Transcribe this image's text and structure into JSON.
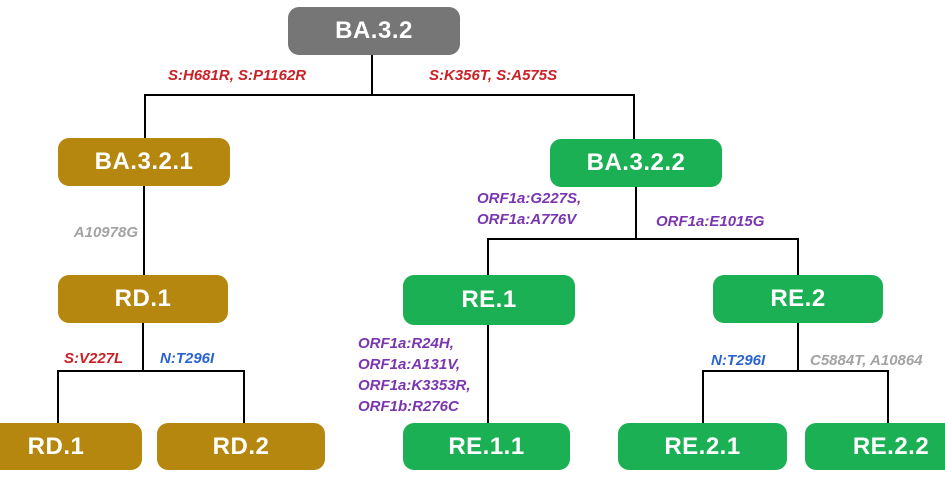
{
  "diagram": {
    "type": "phylogenetic-lineage-tree",
    "subject": "SARS-CoV-2 BA.3.2 sublineages"
  },
  "nodes": {
    "ba_3_2": "BA.3.2",
    "ba_3_2_1": "BA.3.2.1",
    "ba_3_2_2": "BA.3.2.2",
    "rd_1": "RD.1",
    "rd_1_child": "RD.1",
    "rd_2": "RD.2",
    "re_1": "RE.1",
    "re_1_1": "RE.1.1",
    "re_2": "RE.2",
    "re_2_1": "RE.2.1",
    "re_2_2": "RE.2.2"
  },
  "mutations": {
    "ba32_to_ba321": "S:H681R, S:P1162R",
    "ba32_to_ba322": "S:K356T, S:A575S",
    "ba321_to_rd1": "A10978G",
    "rd1_to_rd1_child": "S:V227L",
    "rd1_to_rd2": "N:T296I",
    "ba322_to_re1": [
      "ORF1a:G227S,",
      "ORF1a:A776V"
    ],
    "ba322_to_re2": "ORF1a:E1015G",
    "re1_to_re11": [
      "ORF1a:R24H,",
      "ORF1a:A131V,",
      "ORF1a:K3353R,",
      "ORF1b:R276C"
    ],
    "re2_to_re21": "N:T296I",
    "re2_to_re22": "C5884T, A10864"
  },
  "colors": {
    "root_node": "#767676",
    "rd_lineage_node": "#B6870E",
    "re_lineage_node": "#1CB054",
    "spike_mutation_text": "#CB2027",
    "n_mutation_text": "#2A64D0",
    "orf_mutation_text": "#7A36B1",
    "nucleotide_mutation_text": "#A3A3A3",
    "node_text": "#FFFFFF",
    "connector": "#000000"
  }
}
